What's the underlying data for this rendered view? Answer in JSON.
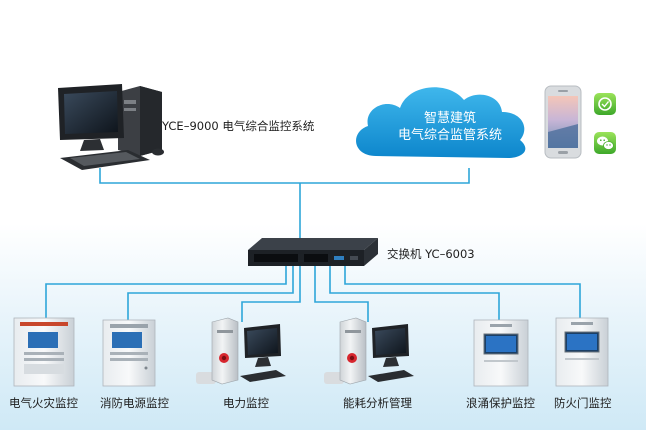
{
  "top": {
    "server_label": "YCE–9000 电气综合监控系统",
    "cloud": {
      "line1": "智慧建筑",
      "line2": "电气综合监管系统"
    }
  },
  "switch": {
    "label": "交换机 YC–6003"
  },
  "devices": [
    {
      "label": "电气火灾监控",
      "kind": "cabinet"
    },
    {
      "label": "消防电源监控",
      "kind": "cabinet"
    },
    {
      "label": "电力监控",
      "kind": "workstation"
    },
    {
      "label": "能耗分析管理",
      "kind": "workstation"
    },
    {
      "label": "浪涌保护监控",
      "kind": "panel"
    },
    {
      "label": "防火门监控",
      "kind": "panel"
    }
  ],
  "colors": {
    "line": "#2ea6d9",
    "cloud": "#1a9ad8",
    "background_bottom": "#cfe9f6"
  },
  "icons": [
    "desktop-computer-icon",
    "cloud-icon",
    "smartphone-icon",
    "app-icon",
    "wechat-icon",
    "network-switch-icon"
  ]
}
